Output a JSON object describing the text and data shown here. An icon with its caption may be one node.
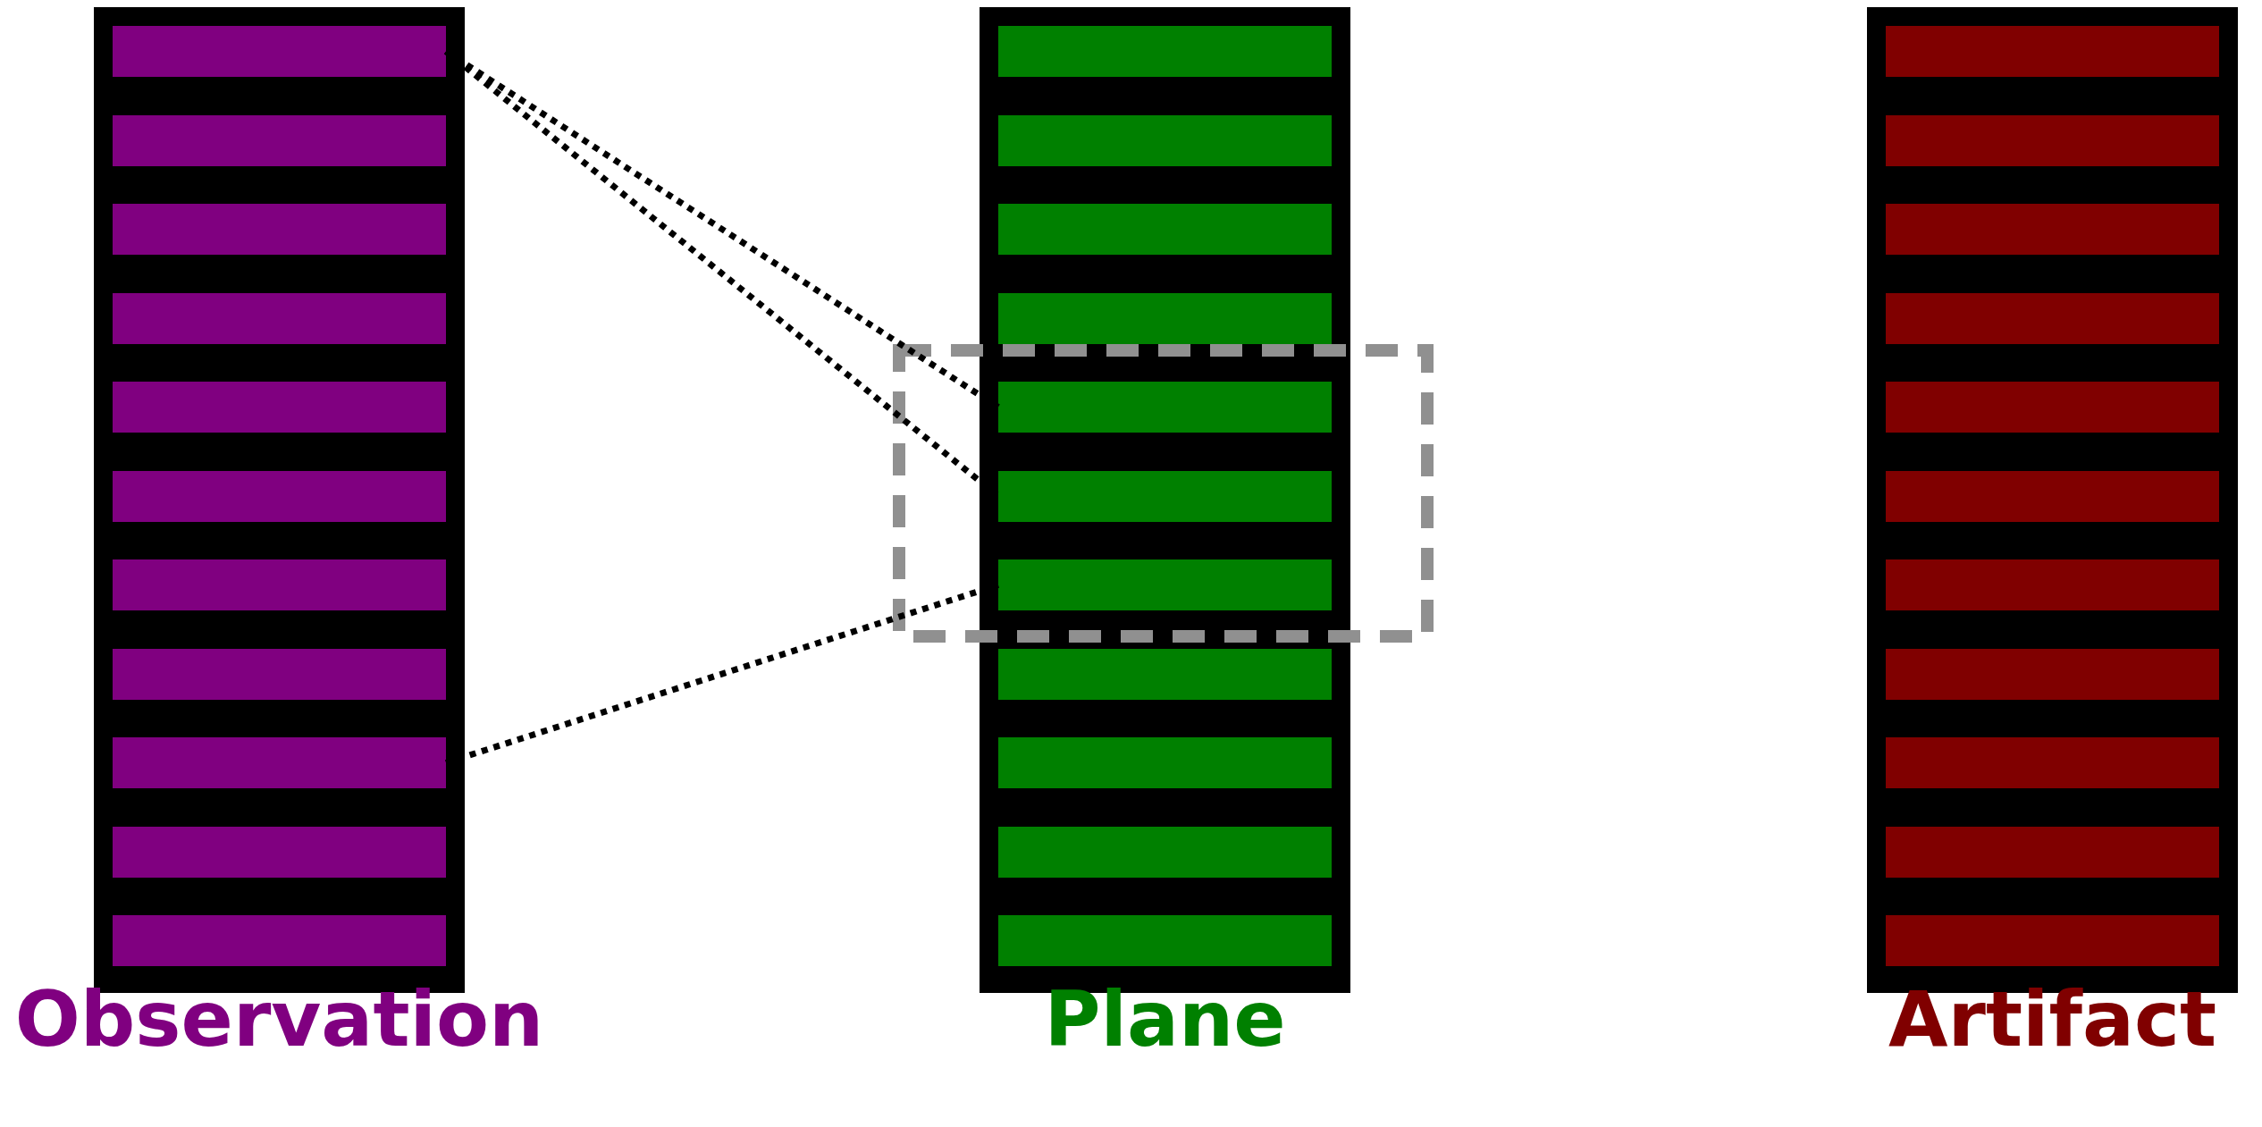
{
  "diagram": {
    "nodes": [
      {
        "text": [
          "Observation"
        ]
      },
      {
        "text": [],
        "shape": "bar",
        "in": 0
      },
      {
        "text": [],
        "shape": "bar",
        "in": 0
      },
      {
        "text": [],
        "shape": "bar",
        "in": 0
      },
      {
        "text": [],
        "shape": "bar",
        "in": 0
      },
      {
        "text": [],
        "shape": "bar",
        "in": 0
      },
      {
        "text": [],
        "shape": "bar",
        "in": 0
      },
      {
        "text": [],
        "shape": "bar",
        "in": 0
      },
      {
        "text": [],
        "shape": "bar",
        "in": 0
      },
      {
        "text": [],
        "shape": "bar",
        "in": 0
      },
      {
        "text": [],
        "shape": "bar",
        "in": 0
      },
      {
        "text": [],
        "shape": "bar",
        "in": 0
      },
      {
        "text": [
          "Plane"
        ]
      },
      {
        "text": [],
        "shape": "bar",
        "in": 12
      },
      {
        "text": [],
        "shape": "bar",
        "in": 12
      },
      {
        "text": [],
        "shape": "bar",
        "in": 12
      },
      {
        "text": [],
        "shape": "bar",
        "in": 12
      },
      {
        "text": [],
        "shape": "bar",
        "in": 12
      },
      {
        "text": [],
        "shape": "bar",
        "in": 12
      },
      {
        "text": [],
        "shape": "bar",
        "in": 12
      },
      {
        "text": [],
        "shape": "bar",
        "in": 12
      },
      {
        "text": [],
        "shape": "bar",
        "in": 12
      },
      {
        "text": [],
        "shape": "bar",
        "in": 12
      },
      {
        "text": [],
        "shape": "bar",
        "in": 12
      },
      {
        "text": [
          "Artifact"
        ]
      },
      {
        "text": [],
        "shape": "bar",
        "in": 24
      },
      {
        "text": [],
        "shape": "bar",
        "in": 24
      },
      {
        "text": [],
        "shape": "bar",
        "in": 24
      },
      {
        "text": [],
        "shape": "bar",
        "in": 24
      },
      {
        "text": [],
        "shape": "bar",
        "in": 24
      },
      {
        "text": [],
        "shape": "bar",
        "in": 24
      },
      {
        "text": [],
        "shape": "bar",
        "in": 24
      },
      {
        "text": [],
        "shape": "bar",
        "in": 24
      },
      {
        "text": [],
        "shape": "bar",
        "in": 24
      },
      {
        "text": [],
        "shape": "bar",
        "in": 24
      },
      {
        "text": [],
        "shape": "bar",
        "in": 24
      }
    ],
    "edges": [
      {
        "from": 1,
        "to": 17,
        "arrow": "none",
        "style": "dashed"
      },
      {
        "from": 1,
        "to": 18,
        "arrow": "none",
        "style": "dashed"
      },
      {
        "from": 9,
        "to": 19,
        "arrow": "none",
        "style": "dashed"
      }
    ]
  }
}
